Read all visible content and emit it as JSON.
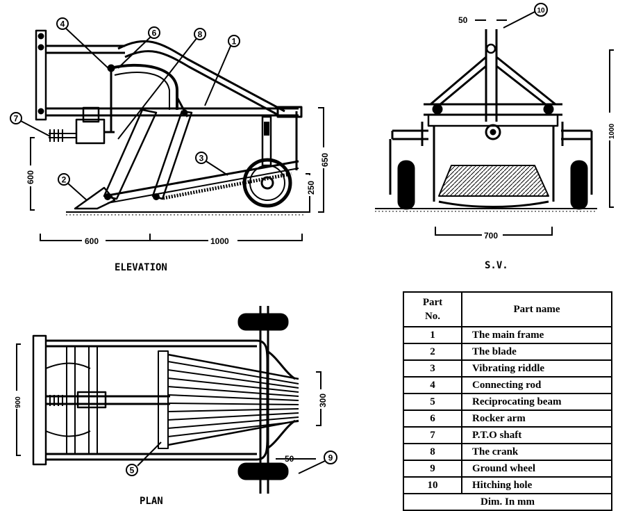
{
  "views": {
    "elevation": "ELEVATION",
    "side": "S.V.",
    "plan": "PLAN"
  },
  "dimensions": {
    "elev_600_h": "600",
    "elev_1000": "1000",
    "elev_600_v": "600",
    "elev_650": "650",
    "elev_250": "250",
    "sv_50": "50",
    "sv_700": "700",
    "sv_right": "1000",
    "plan_900": "900",
    "plan_300": "300",
    "plan_50": "50"
  },
  "callouts": [
    "1",
    "2",
    "3",
    "4",
    "5",
    "6",
    "7",
    "8",
    "9",
    "10"
  ],
  "table": {
    "header_no": [
      "Part",
      "No."
    ],
    "header_name": "Part name",
    "rows": [
      {
        "no": "1",
        "name": "The   main frame"
      },
      {
        "no": "2",
        "name": "The blade"
      },
      {
        "no": "3",
        "name": "Vibrating   riddle"
      },
      {
        "no": "4",
        "name": "Connecting   rod"
      },
      {
        "no": "5",
        "name": "Reciprocating beam"
      },
      {
        "no": "6",
        "name": "Rocker arm"
      },
      {
        "no": "7",
        "name": "P.T.O  shaft"
      },
      {
        "no": "8",
        "name": "The crank"
      },
      {
        "no": "9",
        "name": "Ground wheel"
      },
      {
        "no": "10",
        "name": "Hitching hole"
      }
    ],
    "footer": "Dim. In  mm"
  }
}
